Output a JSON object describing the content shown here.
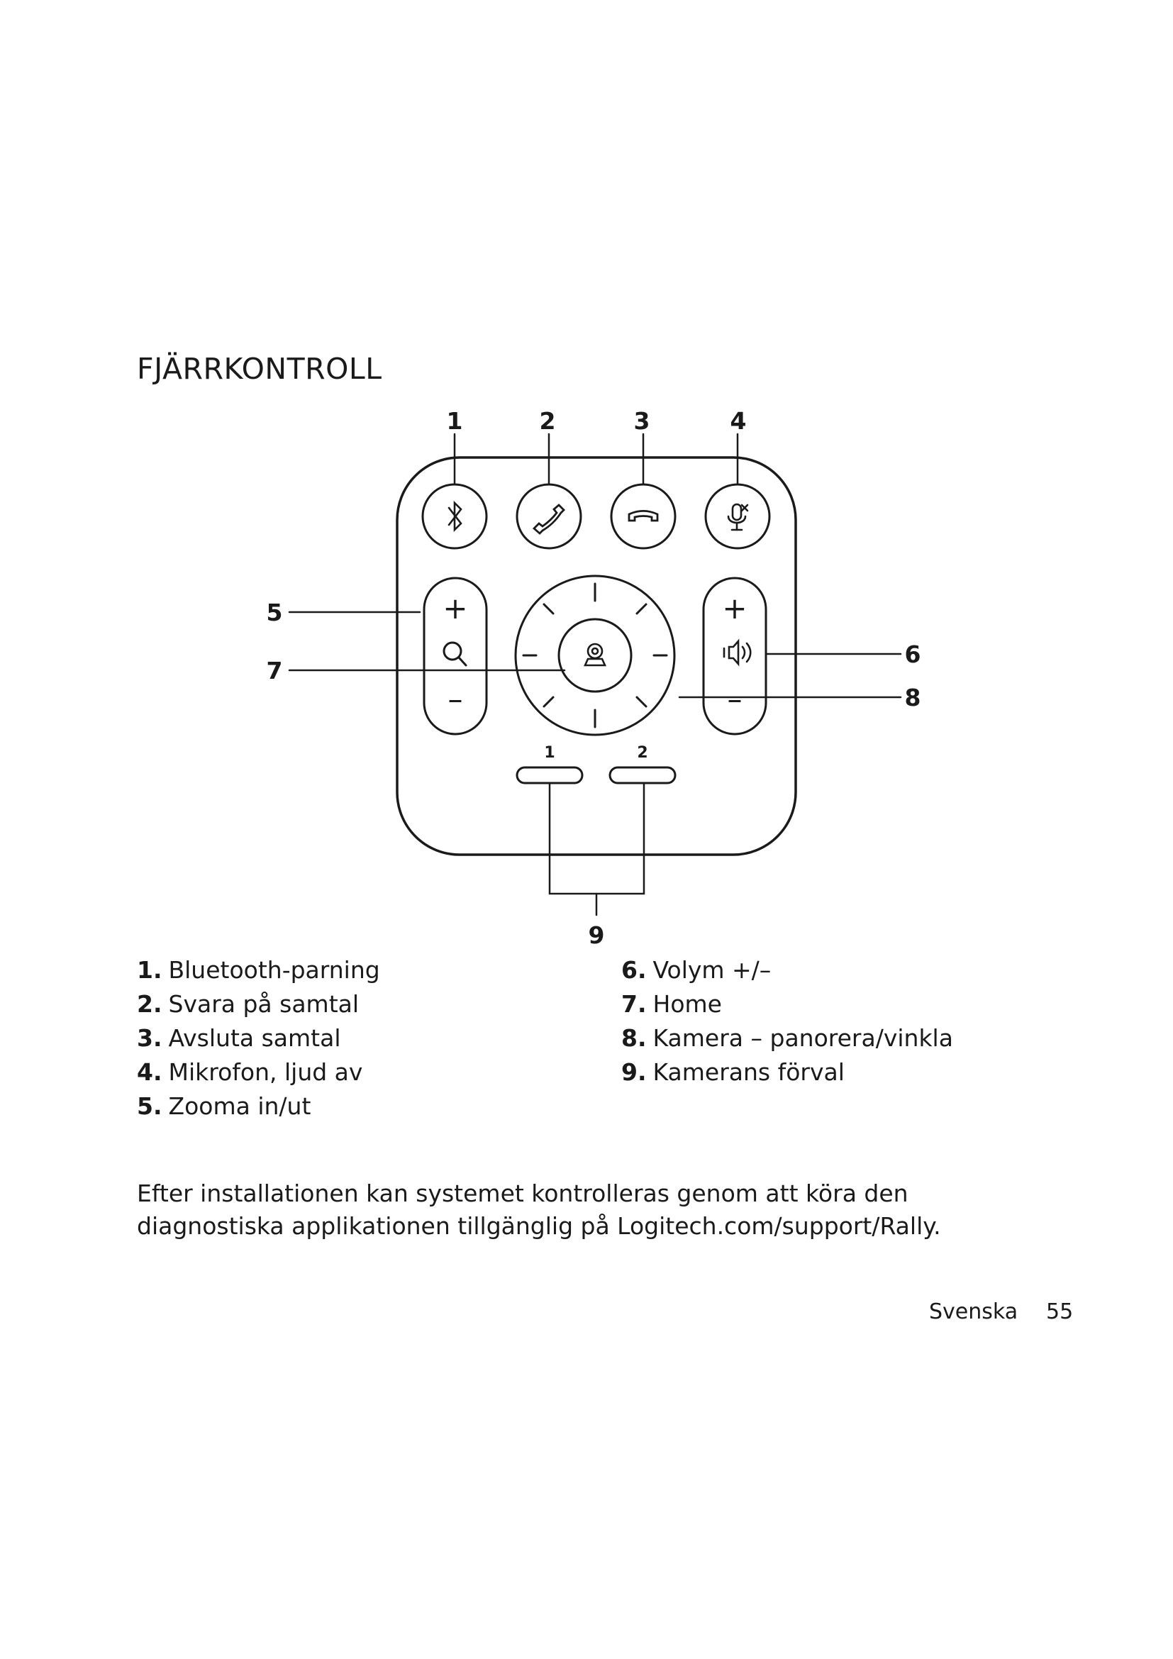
{
  "section_title": "FJÄRRKONTROLL",
  "diagram": {
    "callouts": [
      "1",
      "2",
      "3",
      "4",
      "5",
      "6",
      "7",
      "8",
      "9"
    ],
    "zoom_button": {
      "plus": "+",
      "minus": "–"
    },
    "volume_button": {
      "plus": "+",
      "minus": "–"
    },
    "preset_labels": [
      "1",
      "2"
    ],
    "icons": {
      "button_1": "bluetooth-icon",
      "button_2": "answer-call-icon",
      "button_3": "end-call-icon",
      "button_4": "mic-mute-icon",
      "zoom": "magnifier-icon",
      "volume": "speaker-icon",
      "home": "home-camera-icon"
    }
  },
  "legend": [
    {
      "num": "1.",
      "label": "Bluetooth-parning"
    },
    {
      "num": "2.",
      "label": "Svara på samtal"
    },
    {
      "num": "3.",
      "label": "Avsluta samtal"
    },
    {
      "num": "4.",
      "label": "Mikrofon, ljud av"
    },
    {
      "num": "5.",
      "label": "Zooma in/ut"
    },
    {
      "num": "6.",
      "label": "Volym +/–"
    },
    {
      "num": "7.",
      "label": "Home"
    },
    {
      "num": "8.",
      "label": "Kamera – panorera/vinkla"
    },
    {
      "num": "9.",
      "label": "Kamerans förval"
    }
  ],
  "body_text": "Efter installationen kan systemet kontrolleras genom att köra den diagnostiska applikationen tillgänglig på Logitech.com/support/Rally.",
  "footer": {
    "language": "Svenska",
    "page_number": "55"
  }
}
